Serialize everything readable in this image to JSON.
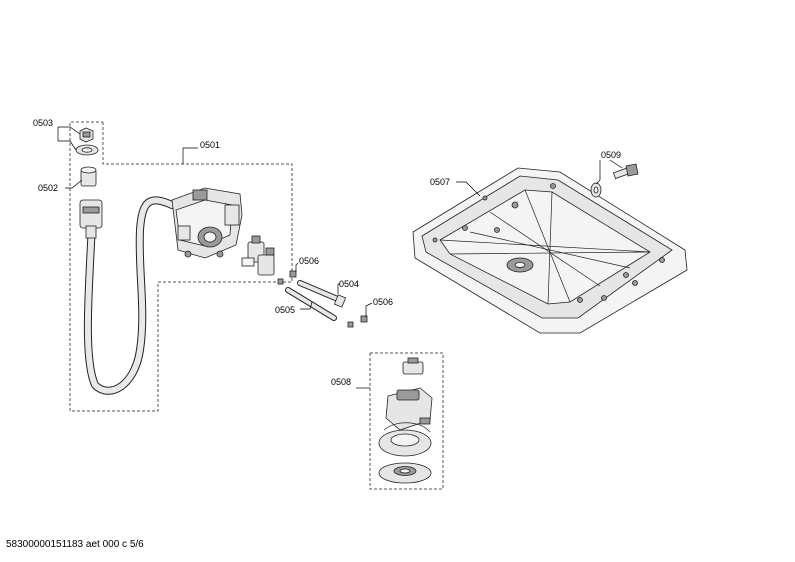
{
  "diagram": {
    "part_labels": {
      "p0501": "0501",
      "p0502": "0502",
      "p0503": "0503",
      "p0504": "0504",
      "p0505": "0505",
      "p0506a": "0506",
      "p0506b": "0506",
      "p0507": "0507",
      "p0508": "0508",
      "p0509": "0509"
    }
  },
  "footer": {
    "document_id": "58300000151183 aet 000 c 5/6"
  }
}
